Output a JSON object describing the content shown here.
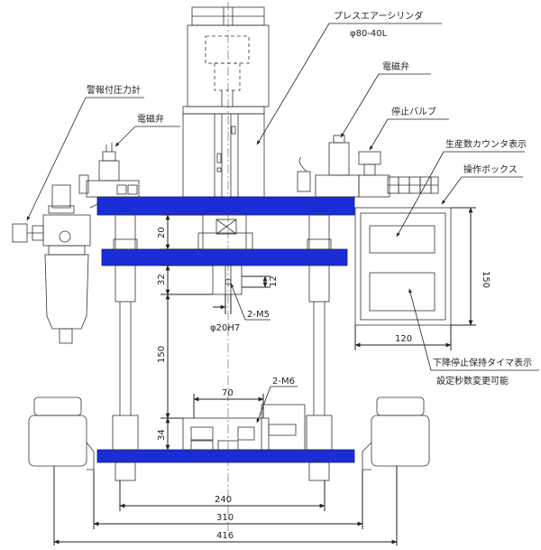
{
  "colors": {
    "plate": "#1b2dd6",
    "line": "#222222",
    "background": "#ffffff"
  },
  "labels": {
    "press_cylinder": "プレスエアーシリンダ",
    "cylinder_spec": "φ80-40L",
    "solenoid_valve_right": "電磁弁",
    "alarm_pressure_gauge": "警報付圧力計",
    "solenoid_valve_left": "電磁弁",
    "stop_valve": "停止バルブ",
    "counter_display": "生産数カウンタ表示",
    "operation_box": "操作ボックス",
    "timer_display_line1": "下降停止保持タイマ表示",
    "timer_display_line2": "設定秒数変更可能"
  },
  "dimensions": {
    "d20": "20",
    "d32": "32",
    "d12": "12",
    "d2m5": "2-M5",
    "d20h7": "φ20H7",
    "d150v": "150",
    "d70": "70",
    "d2m6": "2-M6",
    "d34": "34",
    "d150box": "150",
    "d120": "120",
    "d240": "240",
    "d310": "310",
    "d416": "416"
  }
}
